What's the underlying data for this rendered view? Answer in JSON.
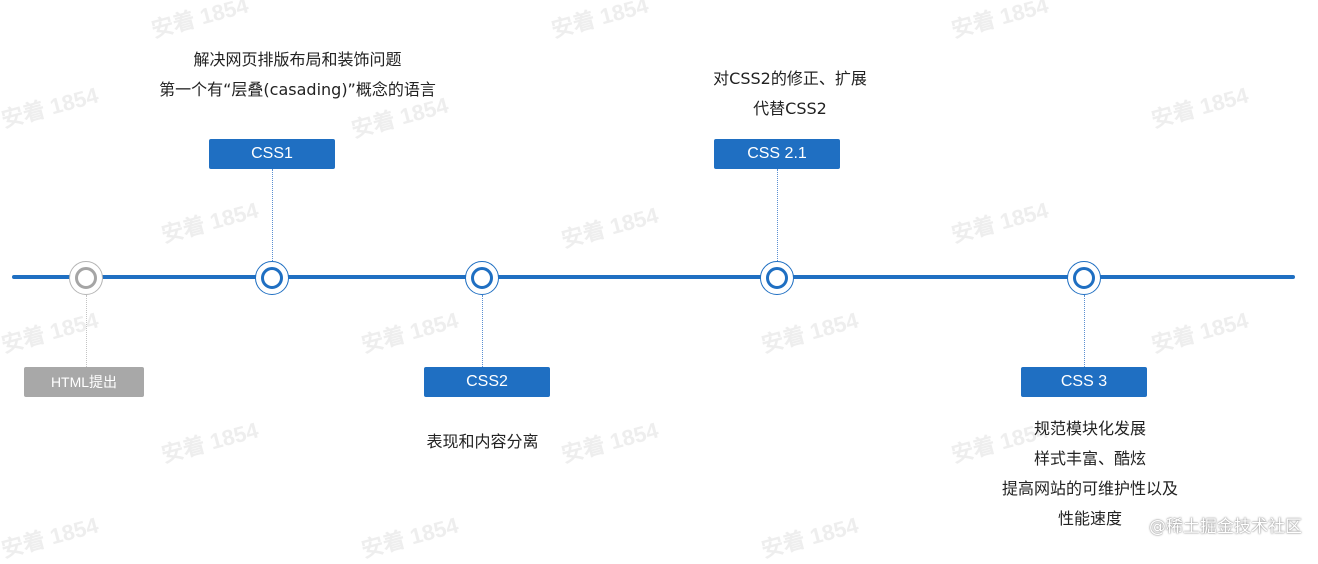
{
  "timeline": {
    "events": [
      {
        "label": "HTML提出",
        "color": "gray",
        "descriptions": []
      },
      {
        "label": "CSS1",
        "color": "#1f6fc2",
        "descriptions": [
          "解决网页排版布局和装饰问题",
          "第一个有“层叠(casading)”概念的语言"
        ]
      },
      {
        "label": "CSS2",
        "color": "#1f6fc2",
        "descriptions": [
          "表现和内容分离"
        ]
      },
      {
        "label": "CSS 2.1",
        "color": "#1f6fc2",
        "descriptions": [
          "对CSS2的修正、扩展",
          "代替CSS2"
        ]
      },
      {
        "label": "CSS 3",
        "color": "#1f6fc2",
        "descriptions": [
          "规范模块化发展",
          "样式丰富、酷炫",
          "提高网站的可维护性以及",
          "性能速度"
        ]
      }
    ]
  },
  "watermark": {
    "text": "安着 1854"
  },
  "credit": {
    "text": "@稀土掘金技术社区"
  }
}
